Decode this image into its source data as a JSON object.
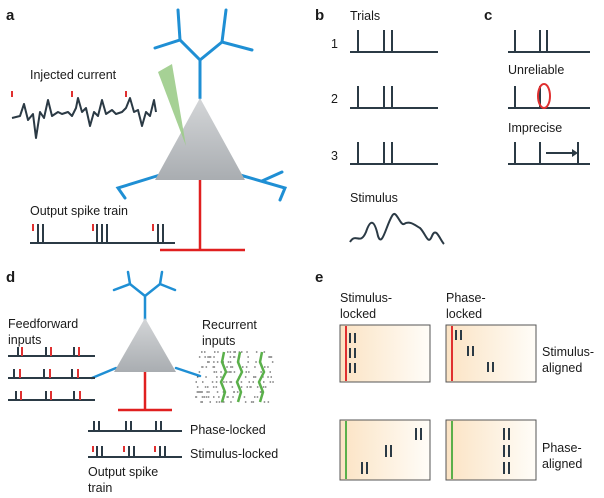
{
  "colors": {
    "spike": "#2b3a45",
    "red_marker": "#e03030",
    "dendrite": "#1f8fd4",
    "axon": "#e02020",
    "soma": "#c8cacc",
    "electrode": "#9ccc8a",
    "recurrent": "#5ab04a",
    "panel_fill": "#fbe3c4"
  },
  "panel_a": {
    "label": "a",
    "injected_current": "Injected current",
    "output_spike_train": "Output spike train"
  },
  "panel_b": {
    "label": "b",
    "title": "Trials",
    "trials": [
      "1",
      "2",
      "3"
    ],
    "stimulus": "Stimulus"
  },
  "panel_c": {
    "label": "c",
    "unreliable": "Unreliable",
    "imprecise": "Imprecise"
  },
  "panel_d": {
    "label": "d",
    "feedforward": [
      "Feedforward",
      "inputs"
    ],
    "recurrent": [
      "Recurrent",
      "inputs"
    ],
    "phase_locked": "Phase-locked",
    "stimulus_locked": "Stimulus-locked",
    "output": [
      "Output spike",
      "train"
    ]
  },
  "panel_e": {
    "label": "e",
    "col1": [
      "Stimulus-",
      "locked"
    ],
    "col2": [
      "Phase-",
      "locked"
    ],
    "row1": [
      "Stimulus-",
      "aligned"
    ],
    "row2": [
      "Phase-",
      "aligned"
    ]
  }
}
